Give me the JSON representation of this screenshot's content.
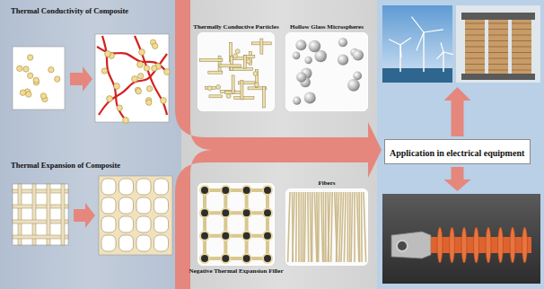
{
  "diagram": {
    "nodes": [
      {
        "text": [
          "Thermally Conductive Particles"
        ]
      },
      {
        "text": [
          "Hollow Glass Microspheres"
        ]
      },
      {
        "text": [
          "Negative Thermal Expansion Filler"
        ]
      },
      {
        "text": [
          "Fibers"
        ]
      },
      {
        "text": [
          "Application in electrical equipment"
        ]
      }
    ],
    "labels": [
      "Thermal Conductivity of Composite",
      "Thermal Expansion of Composite"
    ]
  }
}
